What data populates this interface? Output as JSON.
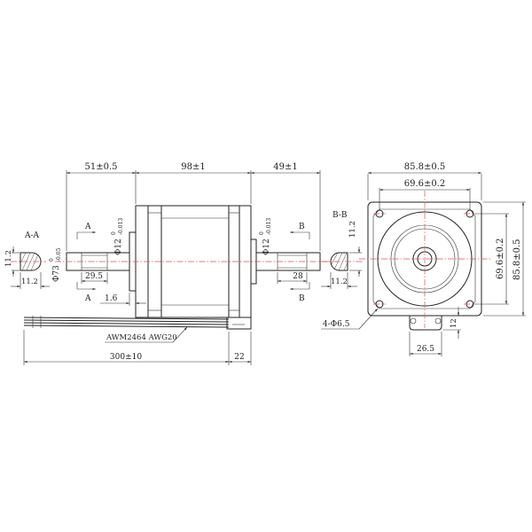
{
  "side_view": {
    "dim_front_shaft": "51±0.5",
    "dim_body": "98±1",
    "dim_rear_shaft": "49±1",
    "front_shaft_dia": "Φ12",
    "front_shaft_tol_upper": "0",
    "front_shaft_tol_lower": "-0.013",
    "rear_shaft_dia": "Φ12",
    "rear_shaft_tol_upper": "0",
    "rear_shaft_tol_lower": "-0.013",
    "pilot_dia": "Φ73",
    "pilot_tol_upper": "0",
    "pilot_tol_lower": "-0.05",
    "front_flat_length": "29.5",
    "rear_flat_length": "28",
    "flange_thickness": "1.6",
    "cable_spec": "AWM2464 AWG20",
    "cable_length": "300±10",
    "cable_exit": "22",
    "cut_a_label": "A",
    "cut_b_label": "B"
  },
  "section_aa": {
    "title": "A-A",
    "dim_height": "11.2",
    "dim_flat": "11.2"
  },
  "section_bb": {
    "title": "B-B",
    "dim_height": "11.2",
    "dim_flat": "11.2"
  },
  "end_view": {
    "width_overall": "85.8±0.5",
    "hole_spacing_h": "69.6±0.2",
    "hole_spacing_v": "69.6±0.2",
    "height_overall": "85.8±0.5",
    "mount_holes": "4-Φ6.5",
    "tab_width": "26.5",
    "tab_height": "12"
  }
}
